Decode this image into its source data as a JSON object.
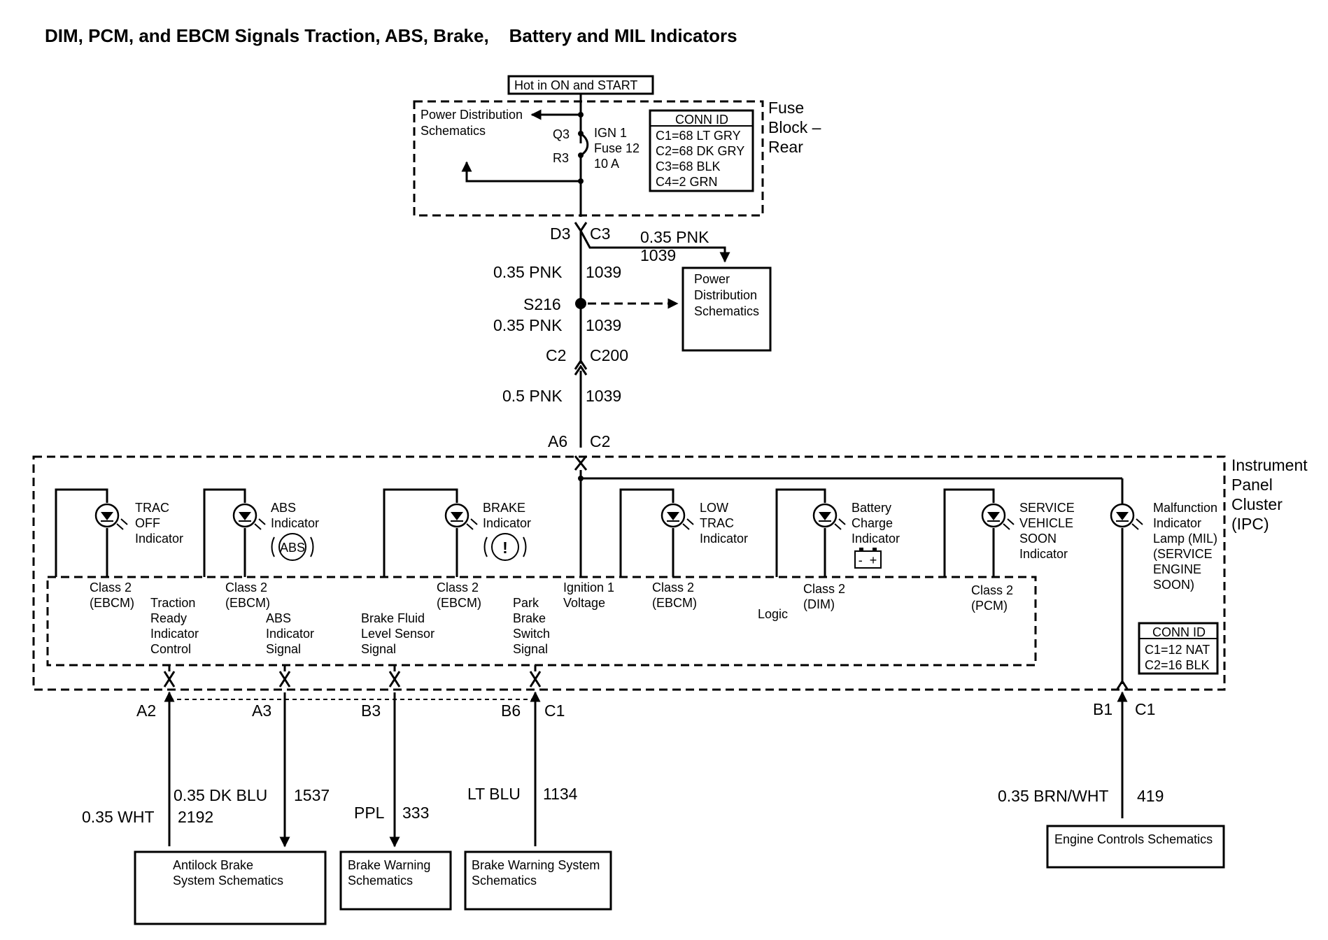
{
  "title": "DIM, PCM, and EBCM Signals Traction, ABS, Brake,    Battery and MIL Indicators",
  "top": {
    "hot_label": "Hot in ON and START",
    "power_dist_1": [
      "Power Distribution",
      "Schematics"
    ],
    "q3": "Q3",
    "r3": "R3",
    "fuse": [
      "IGN 1",
      "Fuse 12",
      "10 A"
    ],
    "fuse_block": [
      "Fuse",
      "Block –",
      "Rear"
    ],
    "conn_title": "CONN ID",
    "conn": [
      "C1=68 LT GRY",
      "C2=68 DK GRY",
      "C3=68 BLK",
      "C4=2 GRN"
    ]
  },
  "trunk": {
    "d3": "D3",
    "c3": "C3",
    "branch_wire": "0.35 PNK",
    "branch_circuit": "1039",
    "power_dist_2": [
      "Power",
      "Distribution",
      "Schematics"
    ],
    "wire1": "0.35 PNK",
    "circ1": "1039",
    "splice": "S216",
    "wire2": "0.35 PNK",
    "circ2": "1039",
    "c2": "C2",
    "c200": "C200",
    "wire3": "0.5 PNK",
    "circ3": "1039",
    "a6": "A6",
    "c2b": "C2"
  },
  "ipc": {
    "name": [
      "Instrument",
      "Panel",
      "Cluster",
      "(IPC)"
    ],
    "indicators": [
      {
        "label": [
          "TRAC",
          "OFF",
          "Indicator"
        ]
      },
      {
        "label": [
          "ABS",
          "Indicator"
        ],
        "symbol": "ABS"
      },
      {
        "label": [
          "BRAKE",
          "Indicator"
        ],
        "symbol": "!"
      },
      {
        "label": [
          "LOW",
          "TRAC",
          "Indicator"
        ]
      },
      {
        "label": [
          "Battery",
          "Charge",
          "Indicator"
        ]
      },
      {
        "label": [
          "SERVICE",
          "VEHICLE",
          "SOON",
          "Indicator"
        ]
      },
      {
        "label": [
          "Malfunction",
          "Indicator",
          "Lamp (MIL)",
          "(SERVICE",
          "ENGINE",
          "SOON)"
        ]
      }
    ],
    "battery_symbol": "-  +",
    "module_labels": [
      [
        "Class 2",
        "(EBCM)"
      ],
      [
        "Traction",
        "Ready",
        "Indicator",
        "Control"
      ],
      [
        "Class 2",
        "(EBCM)"
      ],
      [
        "ABS",
        "Indicator",
        "Signal"
      ],
      [
        "Brake Fluid",
        "Level Sensor",
        "Signal"
      ],
      [
        "Class 2",
        "(EBCM)"
      ],
      [
        "Park",
        "Brake",
        "Switch",
        "Signal"
      ],
      [
        "Ignition 1",
        "Voltage"
      ],
      [
        "Class 2",
        "(EBCM)"
      ],
      [
        "Logic"
      ],
      [
        "Class 2",
        "(DIM)"
      ],
      [
        "Class 2",
        "(PCM)"
      ]
    ],
    "conn_title": "CONN ID",
    "conn": [
      "C1=12 NAT",
      "C2=16 BLK"
    ]
  },
  "bottom": {
    "pins": [
      "A2",
      "A3",
      "B3",
      "B6",
      "C1",
      "B1",
      "C1"
    ],
    "wire_a2": "0.35 WHT",
    "circ_a2": "2192",
    "wire_a3": "0.35 DK BLU",
    "circ_a3": "1537",
    "wire_b3": "PPL",
    "circ_b3": "333",
    "wire_b6": "LT BLU",
    "circ_b6": "1134",
    "wire_b1": "0.35 BRN/WHT",
    "circ_b1": "419",
    "dest1": [
      "Antilock Brake",
      "System Schematics"
    ],
    "dest2": [
      "Brake Warning",
      "Schematics"
    ],
    "dest3": [
      "Brake Warning System",
      "Schematics"
    ],
    "dest4": [
      "Engine Controls Schematics"
    ]
  }
}
